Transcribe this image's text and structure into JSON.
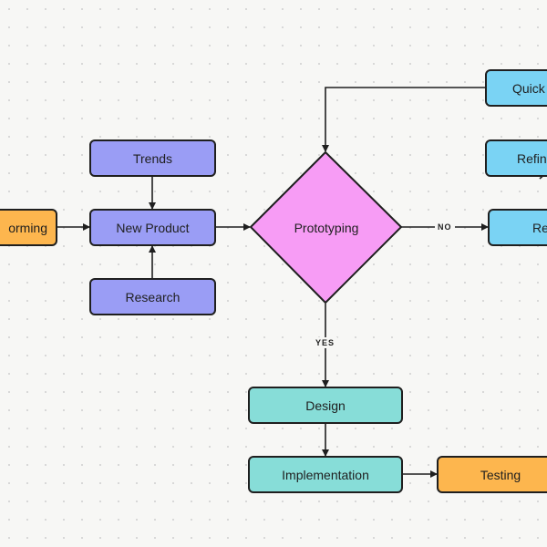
{
  "colors": {
    "purple_node": "#9a9df5",
    "orange_node": "#fdb64e",
    "teal_node": "#87ddd8",
    "cyan_node": "#7ad3f4",
    "diamond": "#f79cf5",
    "stroke": "#1f1f1f"
  },
  "nodes": {
    "brainstorming": "orming",
    "trends": "Trends",
    "new_product": "New Product",
    "research": "Research",
    "prototyping": "Prototyping",
    "design": "Design",
    "implementation": "Implementation",
    "testing": "Testing",
    "quick": "Quick",
    "refine": "Refine",
    "review": "Rev"
  },
  "edges": {
    "no_label": "NO",
    "yes_label": "YES"
  }
}
